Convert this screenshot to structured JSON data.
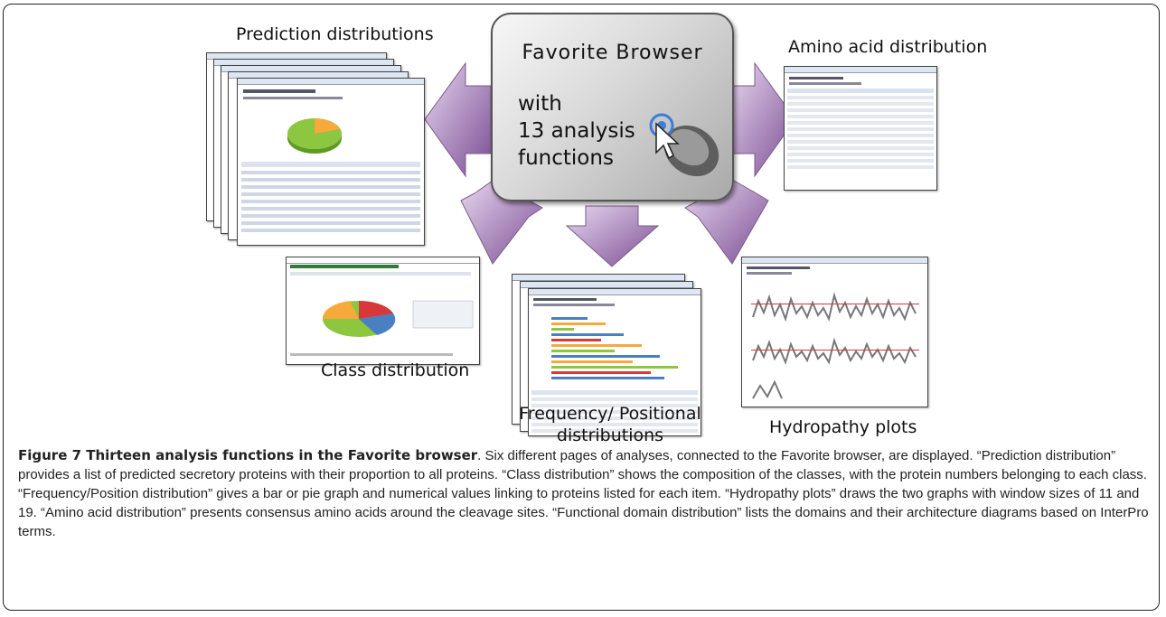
{
  "figure": {
    "labels": {
      "prediction": "Prediction distributions",
      "amino": "Amino acid distribution",
      "class": "Class distribution",
      "hydropathy": "Hydropathy plots",
      "frequency_line1": "Frequency/ Positional",
      "frequency_line2": "distributions"
    },
    "browser": {
      "title": "Favorite Browser",
      "line1": "with",
      "line2": "13 analysis",
      "line3": "functions"
    }
  },
  "caption": {
    "title": "Figure 7 Thirteen analysis functions in the Favorite browser",
    "text": ". Six different pages of analyses, connected to the Favorite browser, are displayed. “Prediction distribution” provides a list of predicted secretory proteins with their proportion to all proteins. “Class distribution” shows the composition of the classes, with the protein numbers belonging to each class. “Frequency/Position distribution” gives a bar or pie graph and numerical values linking to proteins listed for each item. “Hydropathy plots” draws the two graphs with window sizes of 11 and 19. “Amino acid distribution” presents consensus amino acids around the cleavage sites. “Functional domain distribution” lists the domains and their architecture diagrams based on InterPro terms."
  },
  "colors": {
    "arrow": "#c9a9dd",
    "arrow_dark": "#6a3f7f",
    "pie_green": "#8dc63f",
    "pie_orange": "#f7a93b",
    "pie_red": "#d9383a",
    "pie_blue": "#4a7fc1"
  }
}
